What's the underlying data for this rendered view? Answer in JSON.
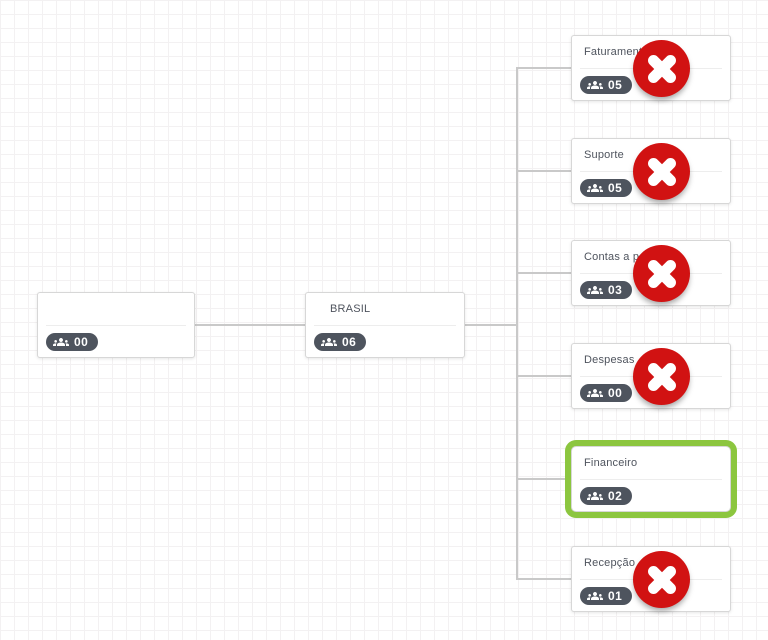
{
  "canvas": {
    "type": "organization-chart",
    "grid": true
  },
  "colors": {
    "badge_bg": "#4e545e",
    "label_text": "#4f545e",
    "connector": "#c9c9c9",
    "remove_red": "#d11212",
    "selected_green": "#8cc63f",
    "node_border": "#d7d7d7",
    "grid_line": "#f3f1f2"
  },
  "nodes": [
    {
      "id": "root",
      "label": "",
      "count": "00",
      "removable": false,
      "selected": false
    },
    {
      "id": "brasil",
      "label": "BRASIL",
      "count": "06",
      "removable": false,
      "selected": false
    },
    {
      "id": "faturamento",
      "label": "Faturamento",
      "count": "05",
      "removable": true,
      "selected": false
    },
    {
      "id": "suporte",
      "label": "Suporte",
      "count": "05",
      "removable": true,
      "selected": false
    },
    {
      "id": "contas-a-pagar",
      "label": "Contas a pagar",
      "count": "03",
      "removable": true,
      "selected": false
    },
    {
      "id": "despesas",
      "label": "Despesas",
      "count": "00",
      "removable": true,
      "selected": false
    },
    {
      "id": "financeiro",
      "label": "Financeiro",
      "count": "02",
      "removable": false,
      "selected": true
    },
    {
      "id": "recepcao",
      "label": "Recepção",
      "count": "01",
      "removable": true,
      "selected": false
    }
  ]
}
